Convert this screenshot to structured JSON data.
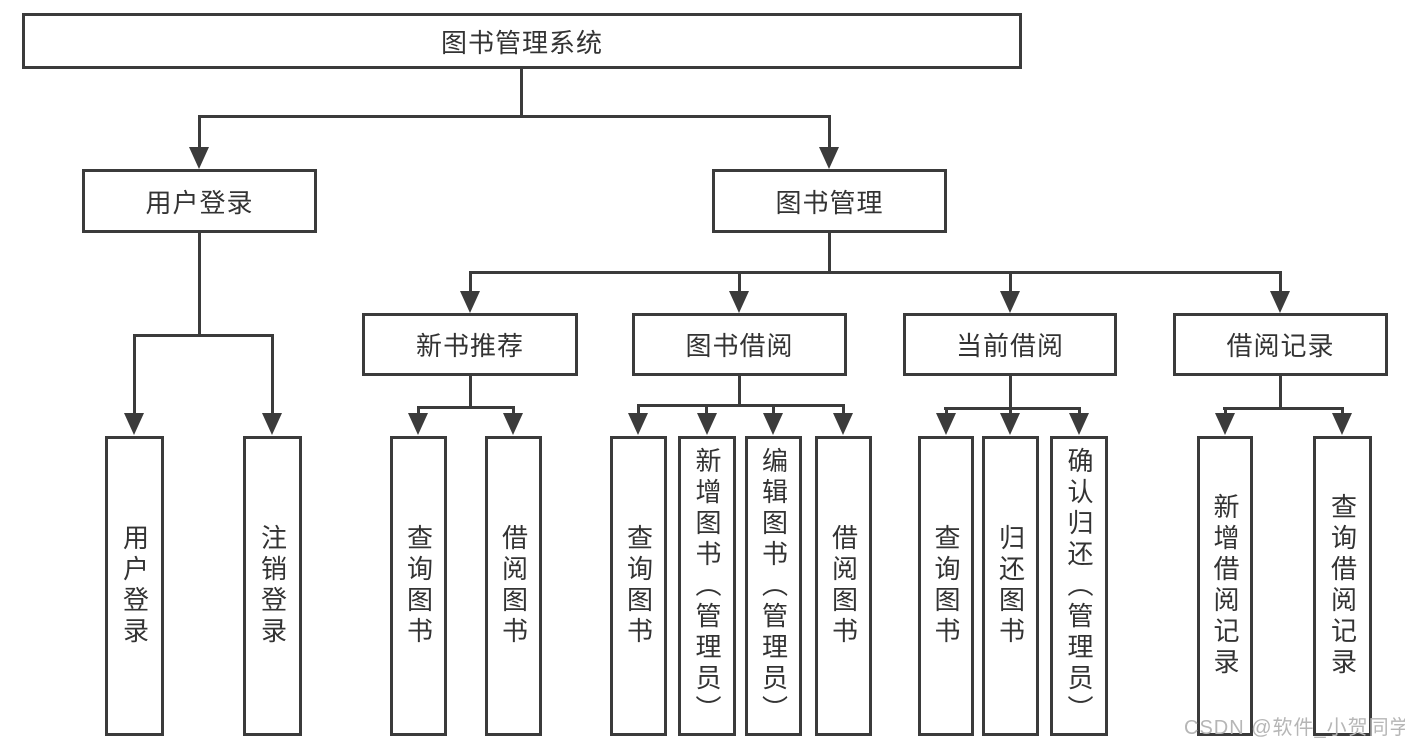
{
  "diagram": {
    "root": "图书管理系统",
    "level2": {
      "user_login": "用户登录",
      "book_management": "图书管理"
    },
    "level3": {
      "new_book_recommend": "新书推荐",
      "book_borrowing": "图书借阅",
      "current_borrowing": "当前借阅",
      "borrowing_records": "借阅记录"
    },
    "leaves": {
      "login": [
        "用户登录",
        "注销登录"
      ],
      "recommend": [
        "查询图书",
        "借阅图书"
      ],
      "borrowing": [
        "查询图书",
        "新增图书（管理员）",
        "编辑图书（管理员）",
        "借阅图书"
      ],
      "current": [
        "查询图书",
        "归还图书",
        "确认归还（管理员）"
      ],
      "records": [
        "新增借阅记录",
        "查询借阅记录"
      ]
    }
  },
  "watermark": "CSDN @软件_小贺同学",
  "colors": {
    "line": "#3b3b3b",
    "text": "#333333",
    "watermark": "#b6b6b6",
    "background": "#ffffff"
  }
}
